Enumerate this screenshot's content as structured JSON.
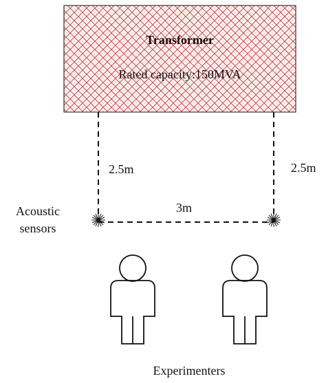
{
  "transformer": {
    "title": "Transformer",
    "capacity_label": "Rated capacity:150MVA",
    "pattern_color": "#d9534f"
  },
  "distances": {
    "left_vertical": "2.5m",
    "right_vertical": "2.5m",
    "horizontal": "3m"
  },
  "sensors": {
    "label_line1": "Acoustic",
    "label_line2": "sensors",
    "icon": "burst-icon"
  },
  "people": {
    "label": "Experimenters",
    "icon": "person-icon"
  }
}
